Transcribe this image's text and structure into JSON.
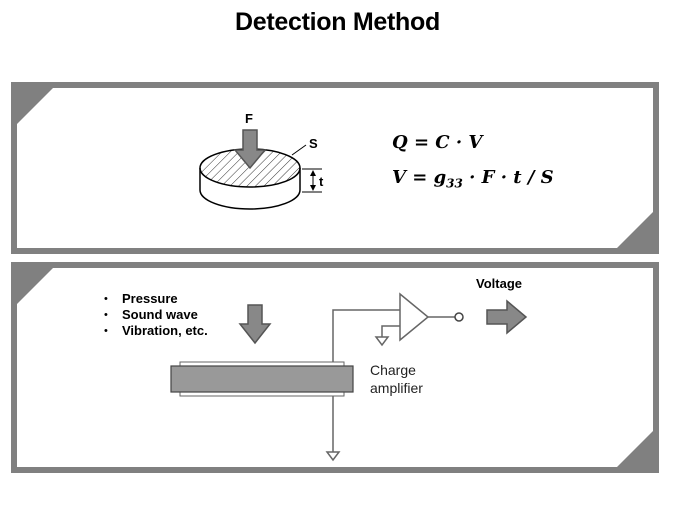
{
  "title": "Detection Method",
  "top_panel": {
    "force_label": "F",
    "surface_label": "S",
    "thickness_label": "t",
    "formula1": "Q = C · V",
    "formula2_prefix": "V = g",
    "formula2_sub": "33",
    "formula2_suffix": " · F · t / S"
  },
  "bottom_panel": {
    "bullets": [
      "Pressure",
      "Sound wave",
      "Vibration, etc."
    ],
    "amplifier_line1": "Charge",
    "amplifier_line2": "amplifier",
    "output_label": "Voltage"
  },
  "colors": {
    "frame": "#808080",
    "arrow_fill": "#888888",
    "plate_fill": "#999999"
  }
}
